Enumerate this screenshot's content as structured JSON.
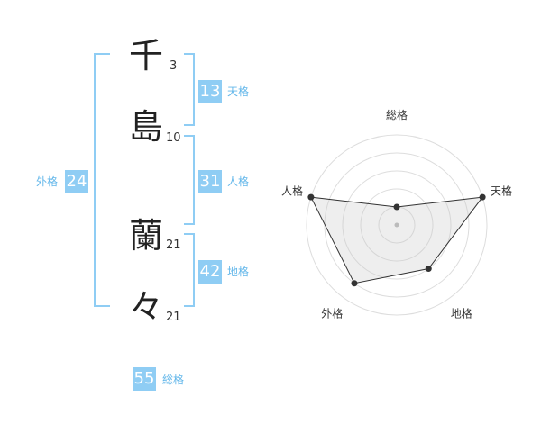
{
  "name": {
    "chars": [
      {
        "char": "千",
        "strokes": "3"
      },
      {
        "char": "島",
        "strokes": "10"
      },
      {
        "char": "蘭",
        "strokes": "21"
      },
      {
        "char": "々",
        "strokes": "21"
      }
    ]
  },
  "fortunes": {
    "tenkaku": {
      "value": "13",
      "label": "天格"
    },
    "jinkaku": {
      "value": "31",
      "label": "人格"
    },
    "chikaku": {
      "value": "42",
      "label": "地格"
    },
    "gaikaku": {
      "value": "24",
      "label": "外格"
    },
    "soukaku": {
      "value": "55",
      "label": "総格"
    }
  },
  "colors": {
    "accent": "#8fcdf4",
    "accent_text": "#63b7ea",
    "bracket": "#8fcdf4"
  },
  "chart_data": {
    "type": "radar",
    "axes": [
      "総格",
      "天格",
      "地格",
      "外格",
      "人格"
    ],
    "levels": 5,
    "values": [
      1,
      5,
      3,
      4,
      5
    ],
    "max": 5,
    "grid": true
  }
}
